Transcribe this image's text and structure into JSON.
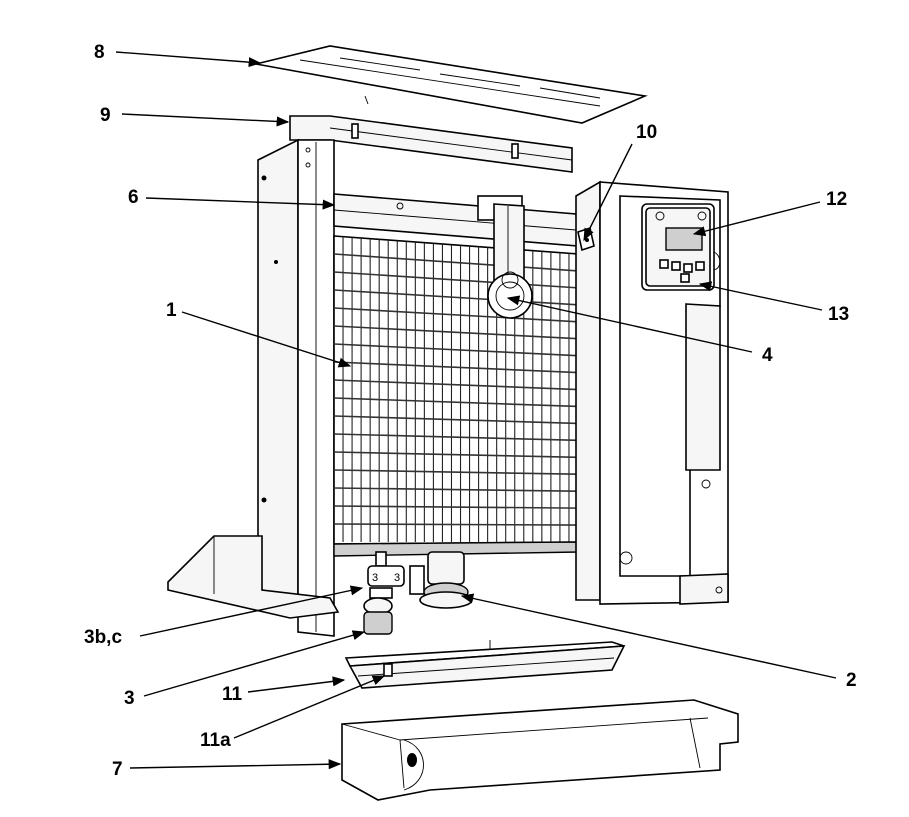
{
  "callouts": [
    {
      "id": "c8",
      "label": "8"
    },
    {
      "id": "c9",
      "label": "9"
    },
    {
      "id": "c10",
      "label": "10"
    },
    {
      "id": "c6",
      "label": "6"
    },
    {
      "id": "c12",
      "label": "12"
    },
    {
      "id": "c1",
      "label": "1"
    },
    {
      "id": "c13",
      "label": "13"
    },
    {
      "id": "c4",
      "label": "4"
    },
    {
      "id": "c3bc",
      "label": "3b,c"
    },
    {
      "id": "c2",
      "label": "2"
    },
    {
      "id": "c3",
      "label": "3"
    },
    {
      "id": "c11",
      "label": "11"
    },
    {
      "id": "c11a",
      "label": "11a"
    },
    {
      "id": "c7",
      "label": "7"
    }
  ]
}
